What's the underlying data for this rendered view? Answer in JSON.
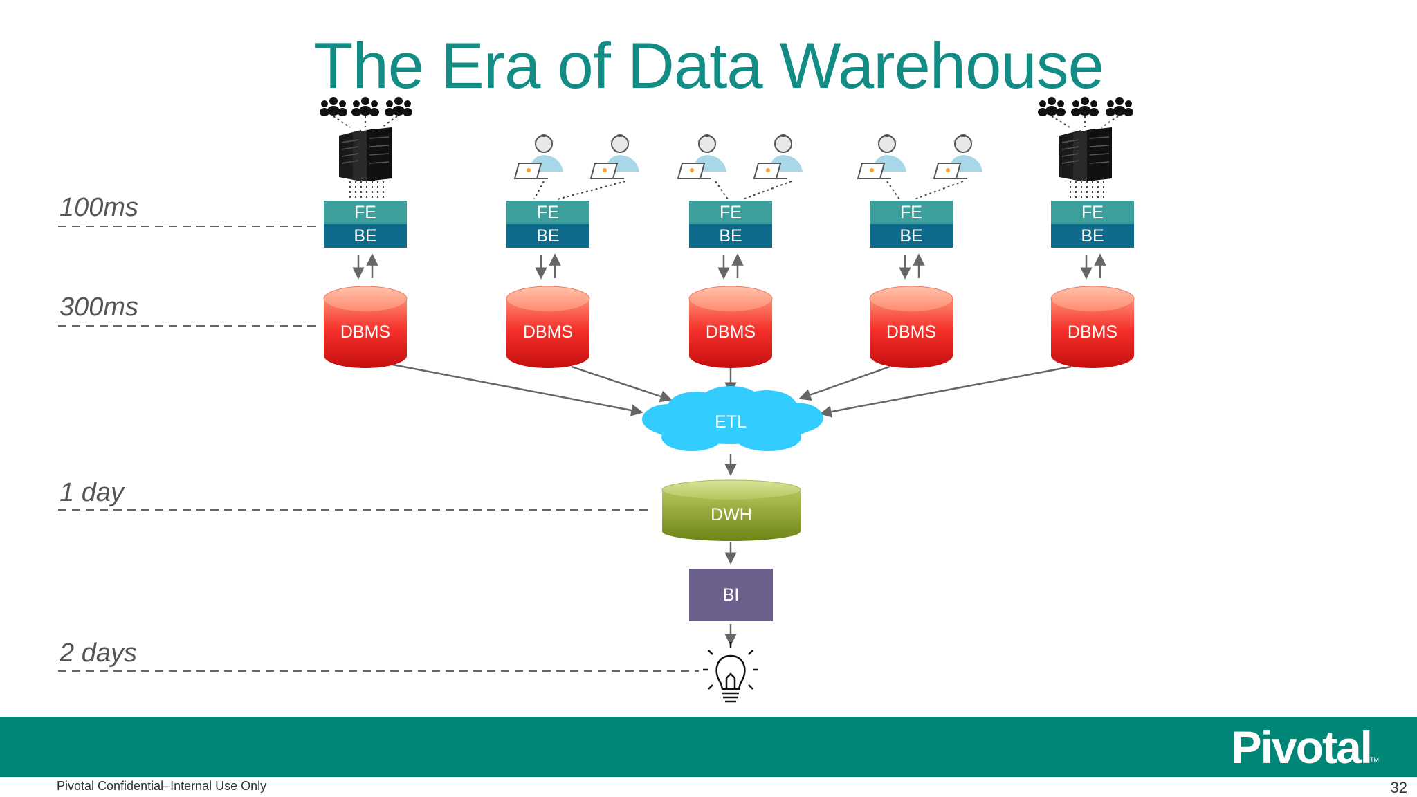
{
  "slide": {
    "title": "The Era of Data Warehouse",
    "page_number": "32",
    "confidential": "Pivotal Confidential–Internal Use Only",
    "logo": "Pivotal",
    "logo_tm": "TM"
  },
  "latency_levels": [
    "100ms",
    "300ms",
    "1 day",
    "2 days"
  ],
  "apps": [
    {
      "fe": "FE",
      "be": "BE",
      "db": "DBMS",
      "client": "crowd-server"
    },
    {
      "fe": "FE",
      "be": "BE",
      "db": "DBMS",
      "client": "laptop-users"
    },
    {
      "fe": "FE",
      "be": "BE",
      "db": "DBMS",
      "client": "laptop-users"
    },
    {
      "fe": "FE",
      "be": "BE",
      "db": "DBMS",
      "client": "laptop-users"
    },
    {
      "fe": "FE",
      "be": "BE",
      "db": "DBMS",
      "client": "crowd-server"
    }
  ],
  "pipeline": {
    "etl": "ETL",
    "dwh": "DWH",
    "bi": "BI",
    "insight_icon": "lightbulb-icon"
  },
  "colors": {
    "title": "#138c86",
    "fe": "#3d9f9b",
    "be": "#0f6b8b",
    "dbms": "#e8201c",
    "etl": "#33ccff",
    "dwh": "#7f9520",
    "bi": "#6b5f8c",
    "footer": "#008577"
  }
}
